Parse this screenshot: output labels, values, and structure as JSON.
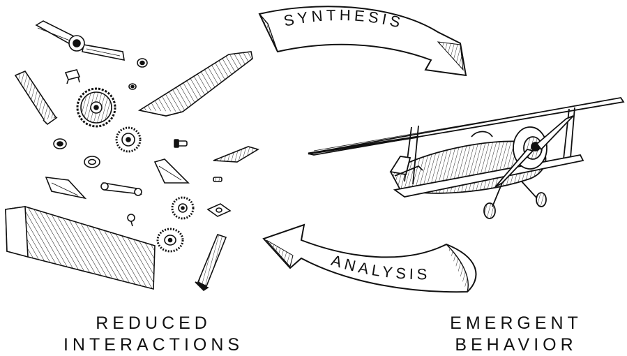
{
  "arrows": {
    "top_label": "SYNTHESIS",
    "bottom_label": "ANALYSIS"
  },
  "captions": {
    "left": [
      "REDUCED",
      "INTERACTIONS"
    ],
    "right": [
      "EMERGENT",
      "BEHAVIOR"
    ]
  },
  "colors": {
    "ink": "#111111",
    "paper": "#ffffff"
  }
}
